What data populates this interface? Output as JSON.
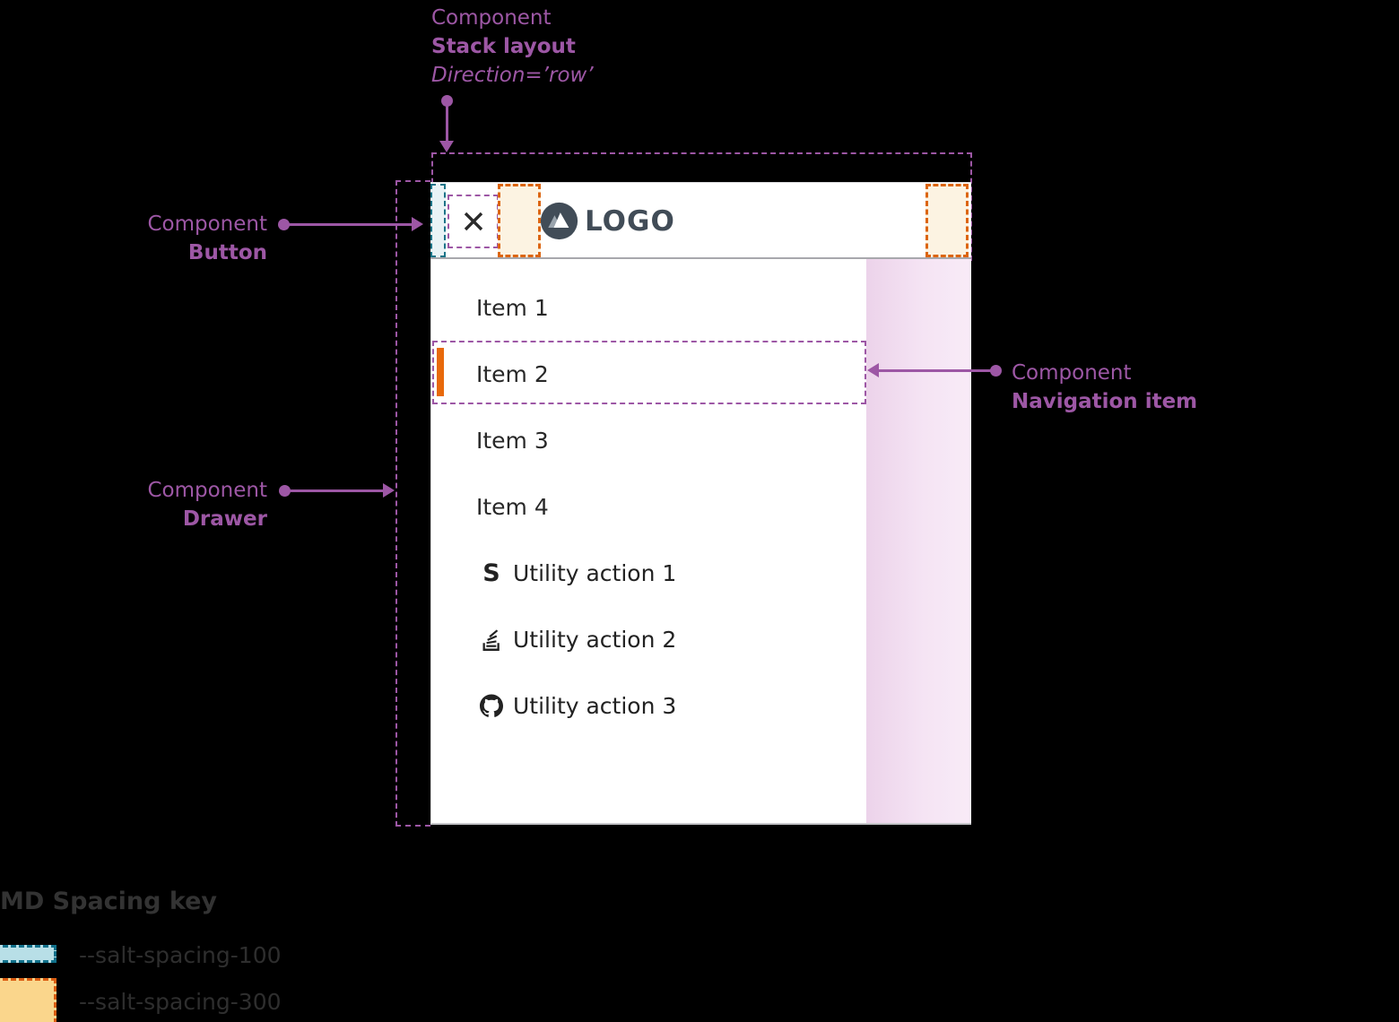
{
  "annotations": {
    "stack_layout": {
      "kind": "Component",
      "name": "Stack layout",
      "prop": "Direction=’row’"
    },
    "button": {
      "kind": "Component",
      "name": "Button"
    },
    "drawer": {
      "kind": "Component",
      "name": "Drawer"
    },
    "navigation_item": {
      "kind": "Component",
      "name": "Navigation item"
    }
  },
  "header": {
    "logo_text": "LOGO",
    "close_icon": "close-x",
    "logo_icon": "mountain-in-circle"
  },
  "drawer": {
    "items": [
      {
        "label": "Item 1",
        "active": false
      },
      {
        "label": "Item 2",
        "active": true
      },
      {
        "label": "Item 3",
        "active": false
      },
      {
        "label": "Item 4",
        "active": false
      }
    ],
    "utilities": [
      {
        "label": "Utility action 1",
        "icon": "letter-s-icon"
      },
      {
        "label": "Utility action 2",
        "icon": "stack-overflow-icon"
      },
      {
        "label": "Utility action 3",
        "icon": "github-icon"
      }
    ]
  },
  "legend": {
    "title": "MD Spacing key",
    "entries": [
      {
        "label": "--salt-spacing-100",
        "fill": "#B8DFE7",
        "border": "#10708A"
      },
      {
        "label": "--salt-spacing-300",
        "fill": "#FAD68C",
        "border": "#DB5E12"
      }
    ]
  },
  "colors": {
    "annotation_purple": "#9D57A5",
    "spacing_100_teal": "#1B7488",
    "spacing_300_orange": "#DC6511",
    "active_indicator_orange": "#E8690B",
    "logo_slate": "#414C57",
    "backdrop_pink": "#ECD3EA"
  }
}
